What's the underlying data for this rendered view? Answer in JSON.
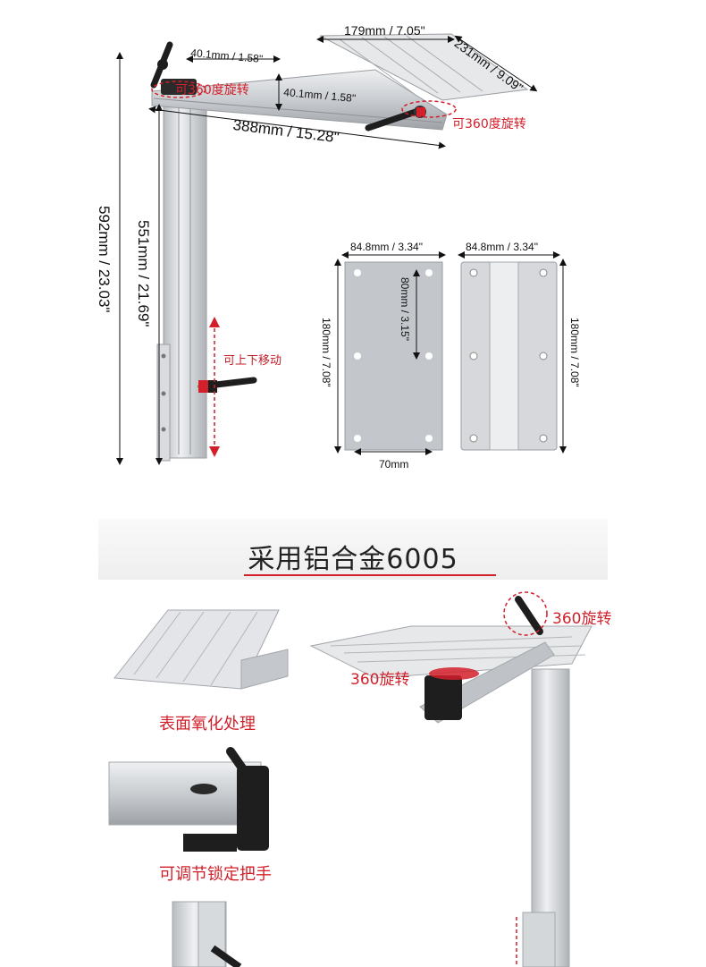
{
  "diagram": {
    "dim_top_width": "179mm / 7.05\"",
    "dim_top_depth": "231mm / 9.09\"",
    "dim_arm_profile": "40.1mm / 1.58\"",
    "dim_arm_height": "40.1mm / 1.58\"",
    "dim_arm_length": "388mm / 15.28\"",
    "dim_total_height": "592mm / 23.03\"",
    "dim_post_height": "551mm / 21.69\"",
    "rotate_label_left": "可360度旋转",
    "rotate_label_right": "可360度旋转",
    "move_label": "可上下移动",
    "plate_a_width": "84.8mm / 3.34\"",
    "plate_a_height": "180mm / 7.08\"",
    "plate_a_hole_spacing": "80mm / 3.15\"",
    "plate_a_bottom": "70mm",
    "plate_b_width": "84.8mm / 3.34\"",
    "plate_b_height": "180mm / 7.08\""
  },
  "section": {
    "title": "采用铝合金6005"
  },
  "features": {
    "surface_caption": "表面氧化处理",
    "handle_caption": "可调节锁定把手",
    "rotate_top": "360旋转",
    "rotate_bottom": "360旋转"
  },
  "colors": {
    "accent_red": "#d21f2a",
    "aluminum": "#cfd2d6",
    "black": "#1e1e1e"
  }
}
